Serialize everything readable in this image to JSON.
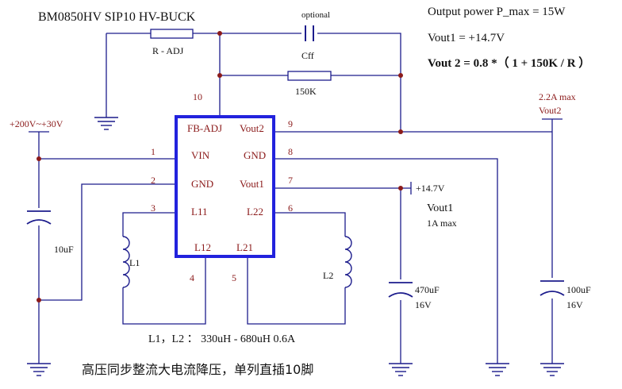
{
  "header": {
    "title": "BM0850HV  SIP10  HV-BUCK",
    "power": "Output power  P_max  =  15W",
    "vout1_formula": "Vout1 = +14.7V",
    "vout2_formula": "Vout 2 = 0.8 *（ 1 + 150K / R ）"
  },
  "chip": {
    "pins_left": [
      "FB-ADJ",
      "VIN",
      "GND",
      "L11"
    ],
    "pins_right": [
      "Vout2",
      "GND",
      "Vout1",
      "L22"
    ],
    "pins_bottom": [
      "L12",
      "L21"
    ]
  },
  "pin_numbers": {
    "p10": "10",
    "p9": "9",
    "p8": "8",
    "p7": "7",
    "p6": "6",
    "p1": "1",
    "p2": "2",
    "p3": "3",
    "p4": "4",
    "p5": "5"
  },
  "components": {
    "r_adj": "R - ADJ",
    "cff_optional": "optional",
    "cff": "Cff",
    "r150k": "150K",
    "input_voltage": "+200V~+30V",
    "c_in": "10uF",
    "l1": "L1",
    "l2": "L2",
    "inductor_spec": "L1，L2 ：  330uH - 680uH 0.6A",
    "vout1_terminal": "+14.7V",
    "vout1_name": "Vout1",
    "vout1_max": "1A max",
    "c_out1": "470uF",
    "c_out1_v": "16V",
    "vout2_max": "2.2A max",
    "vout2_name": "Vout2",
    "c_out2": "100uF",
    "c_out2_v": "16V"
  },
  "caption": "高压同步整流大电流降压，单列直插10脚",
  "colors": {
    "wire": "#1c1c8c",
    "chip_border": "#2222dd",
    "label_red": "#8b1a1a",
    "text": "#111111"
  }
}
